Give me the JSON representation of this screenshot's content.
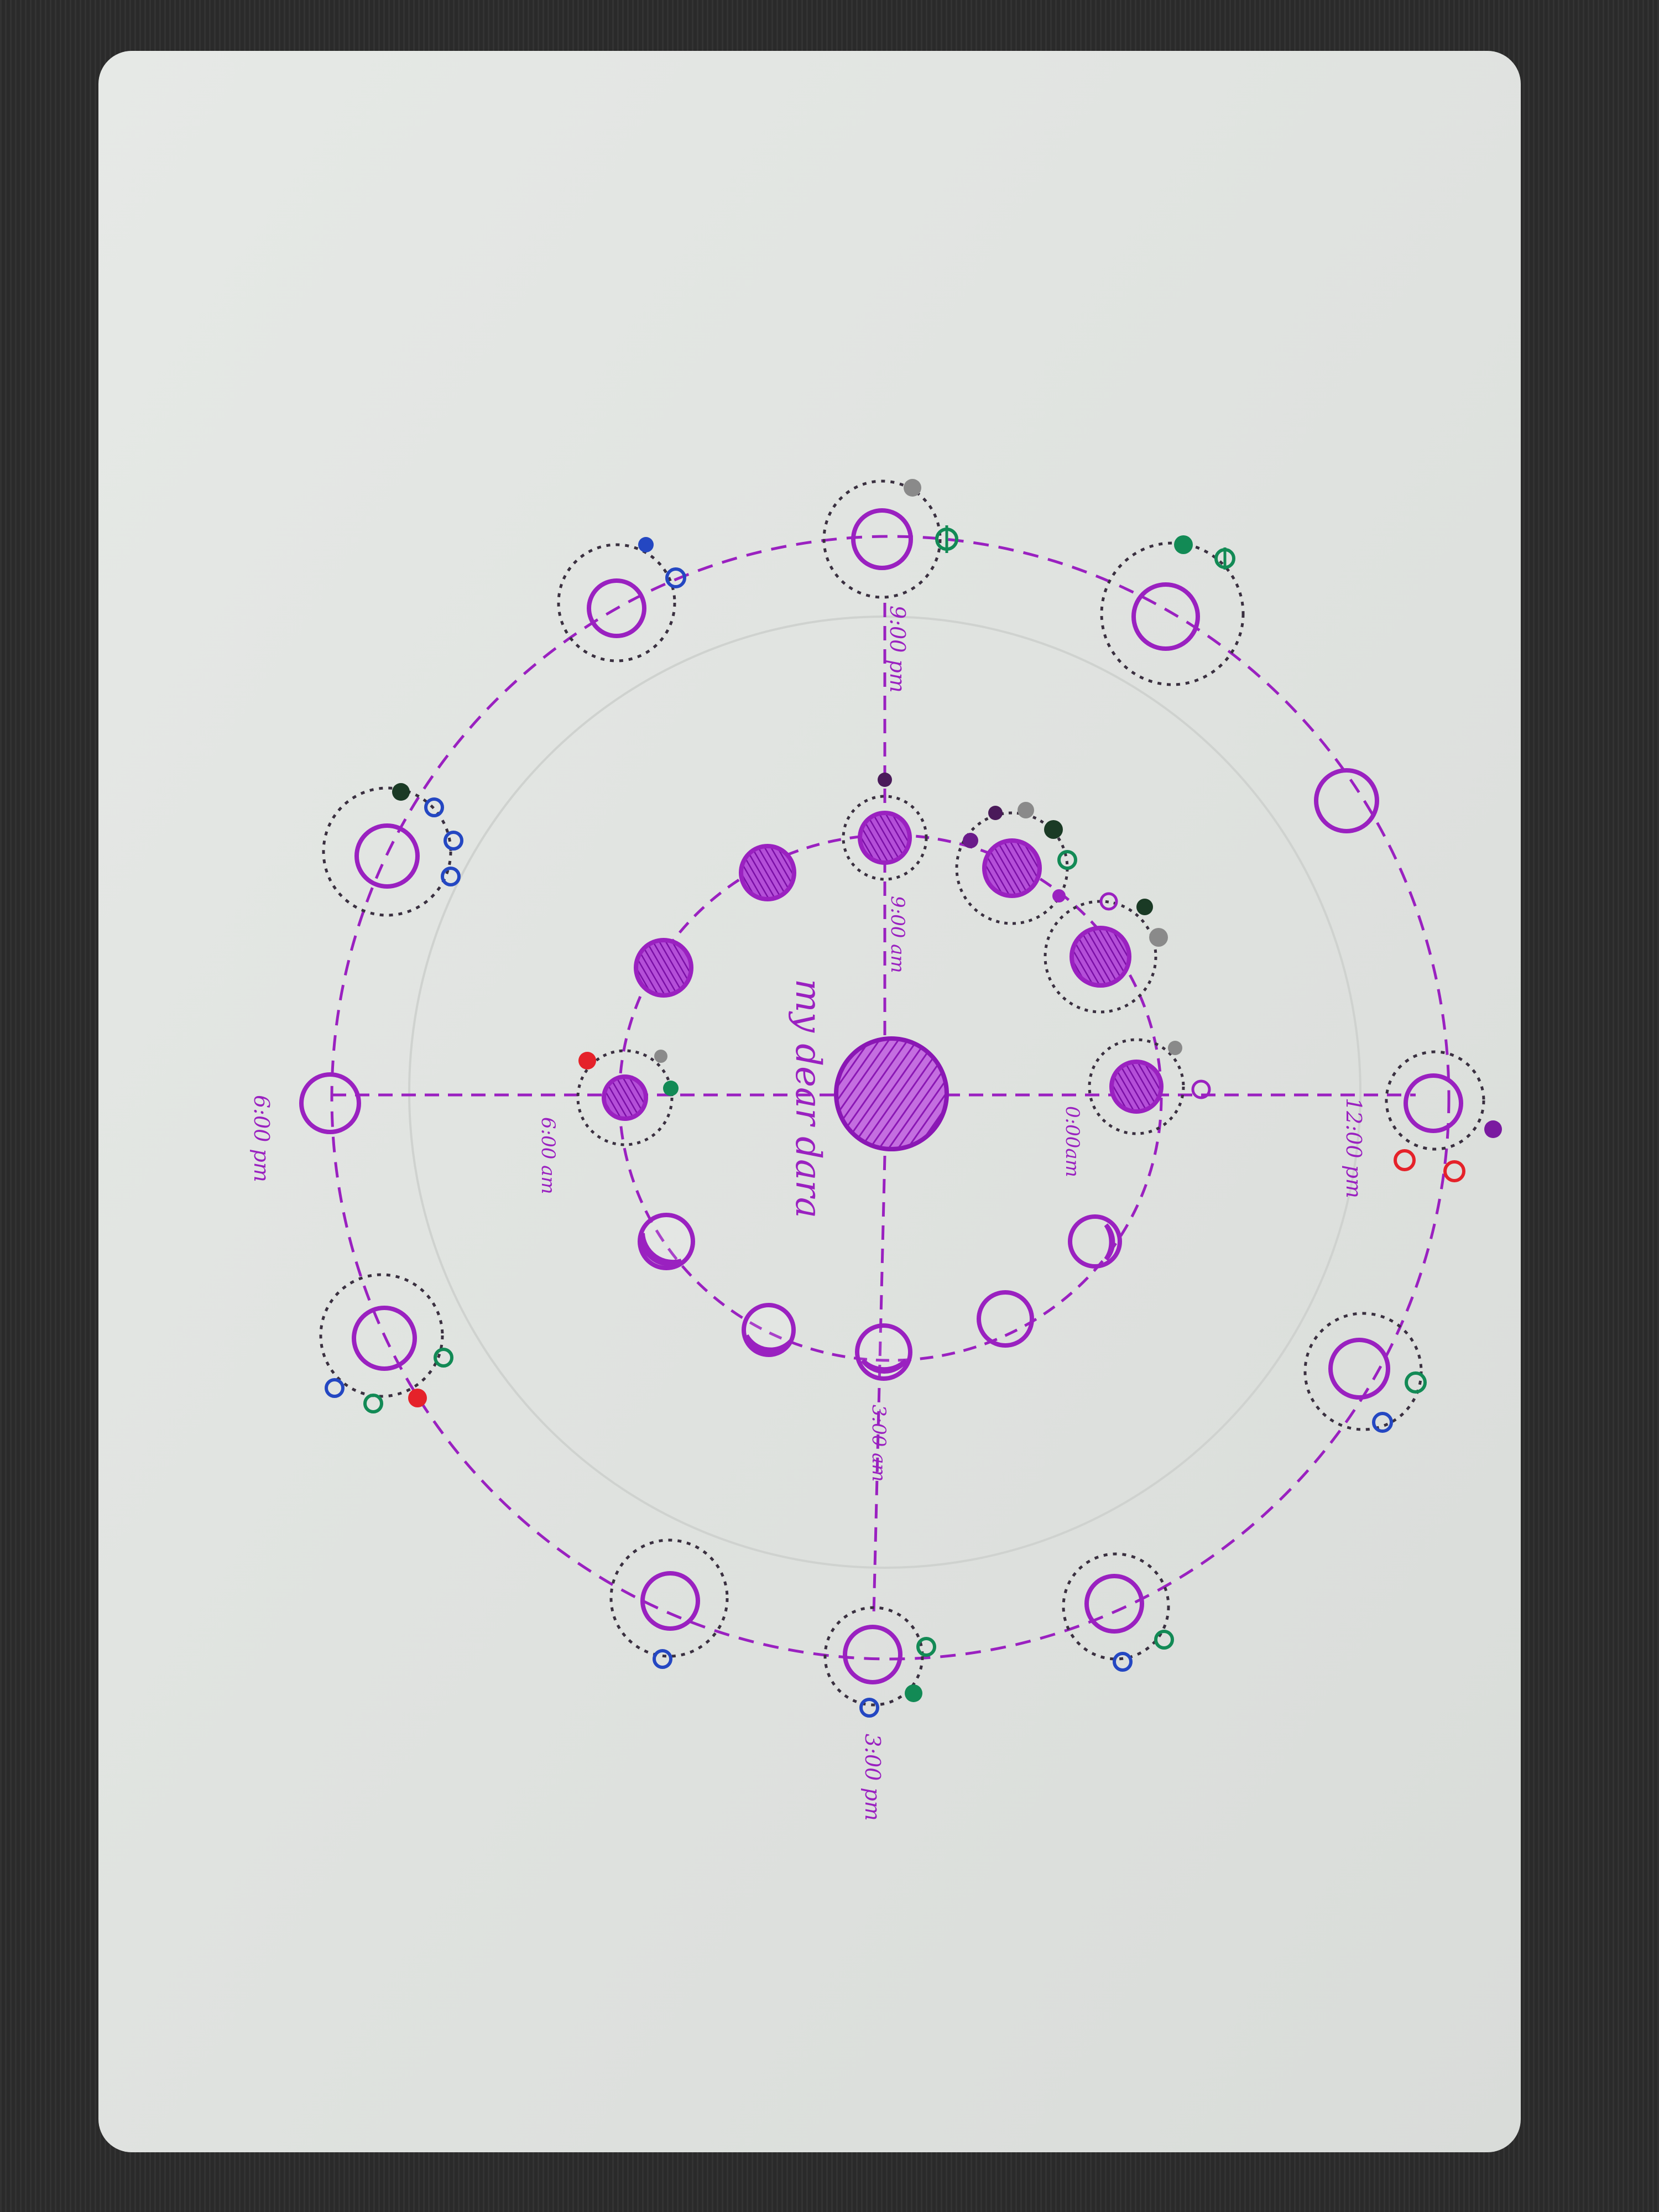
{
  "scene": {
    "description_free": true,
    "colors": {
      "table": "#2c2c2c",
      "card": "#e3e6e3",
      "ink_purple": "#9a21c0",
      "ink_dark": "#3a3040",
      "ink_green": "#128a55",
      "ink_blue": "#2447c2",
      "ink_red": "#e5222a",
      "ink_grey": "#8a8a8a"
    }
  },
  "labels": {
    "center_title": "my dear dara",
    "time_9am": "9:00 am",
    "time_noon_am": "0:00am",
    "time_3am": "3:00 am",
    "time_6am": "6:00 am",
    "time_9pm": "9:00 pm",
    "time_12pm": "12:00 pm",
    "time_3pm": "3:00 pm",
    "time_6pm": "6:00 pm"
  }
}
